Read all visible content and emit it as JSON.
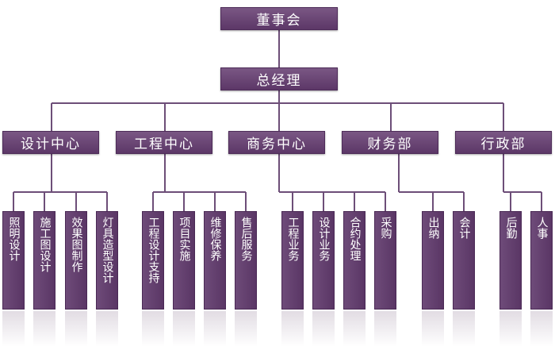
{
  "board": {
    "label": "董事会"
  },
  "gm": {
    "label": "总经理"
  },
  "departments": [
    {
      "label": "设计中心",
      "units": [
        "照明设计",
        "施工图设计",
        "效果图制作",
        "灯具造型设计"
      ]
    },
    {
      "label": "工程中心",
      "units": [
        "工程设计支持",
        "项目实施",
        "维修保养",
        "售后服务"
      ]
    },
    {
      "label": "商务中心",
      "units": [
        "工程业务",
        "设计业务",
        "合约处理",
        "采购"
      ]
    },
    {
      "label": "财务部",
      "units": [
        "出纳",
        "会计"
      ]
    },
    {
      "label": "行政部",
      "units": [
        "后勤",
        "人事"
      ]
    }
  ],
  "colors": {
    "box": "#6a4675",
    "line": "#6d4e78"
  }
}
